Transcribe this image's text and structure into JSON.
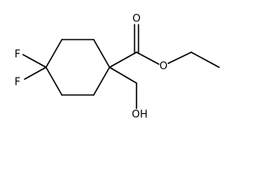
{
  "structure": {
    "atom_labels": {
      "fluorine_top": "F",
      "fluorine_bottom": "F",
      "carbonyl_oxygen": "O",
      "ester_oxygen": "O",
      "hydroxyl": "OH"
    },
    "colors": {
      "bond": "#000000",
      "text": "#000000",
      "background": "#ffffff"
    }
  }
}
